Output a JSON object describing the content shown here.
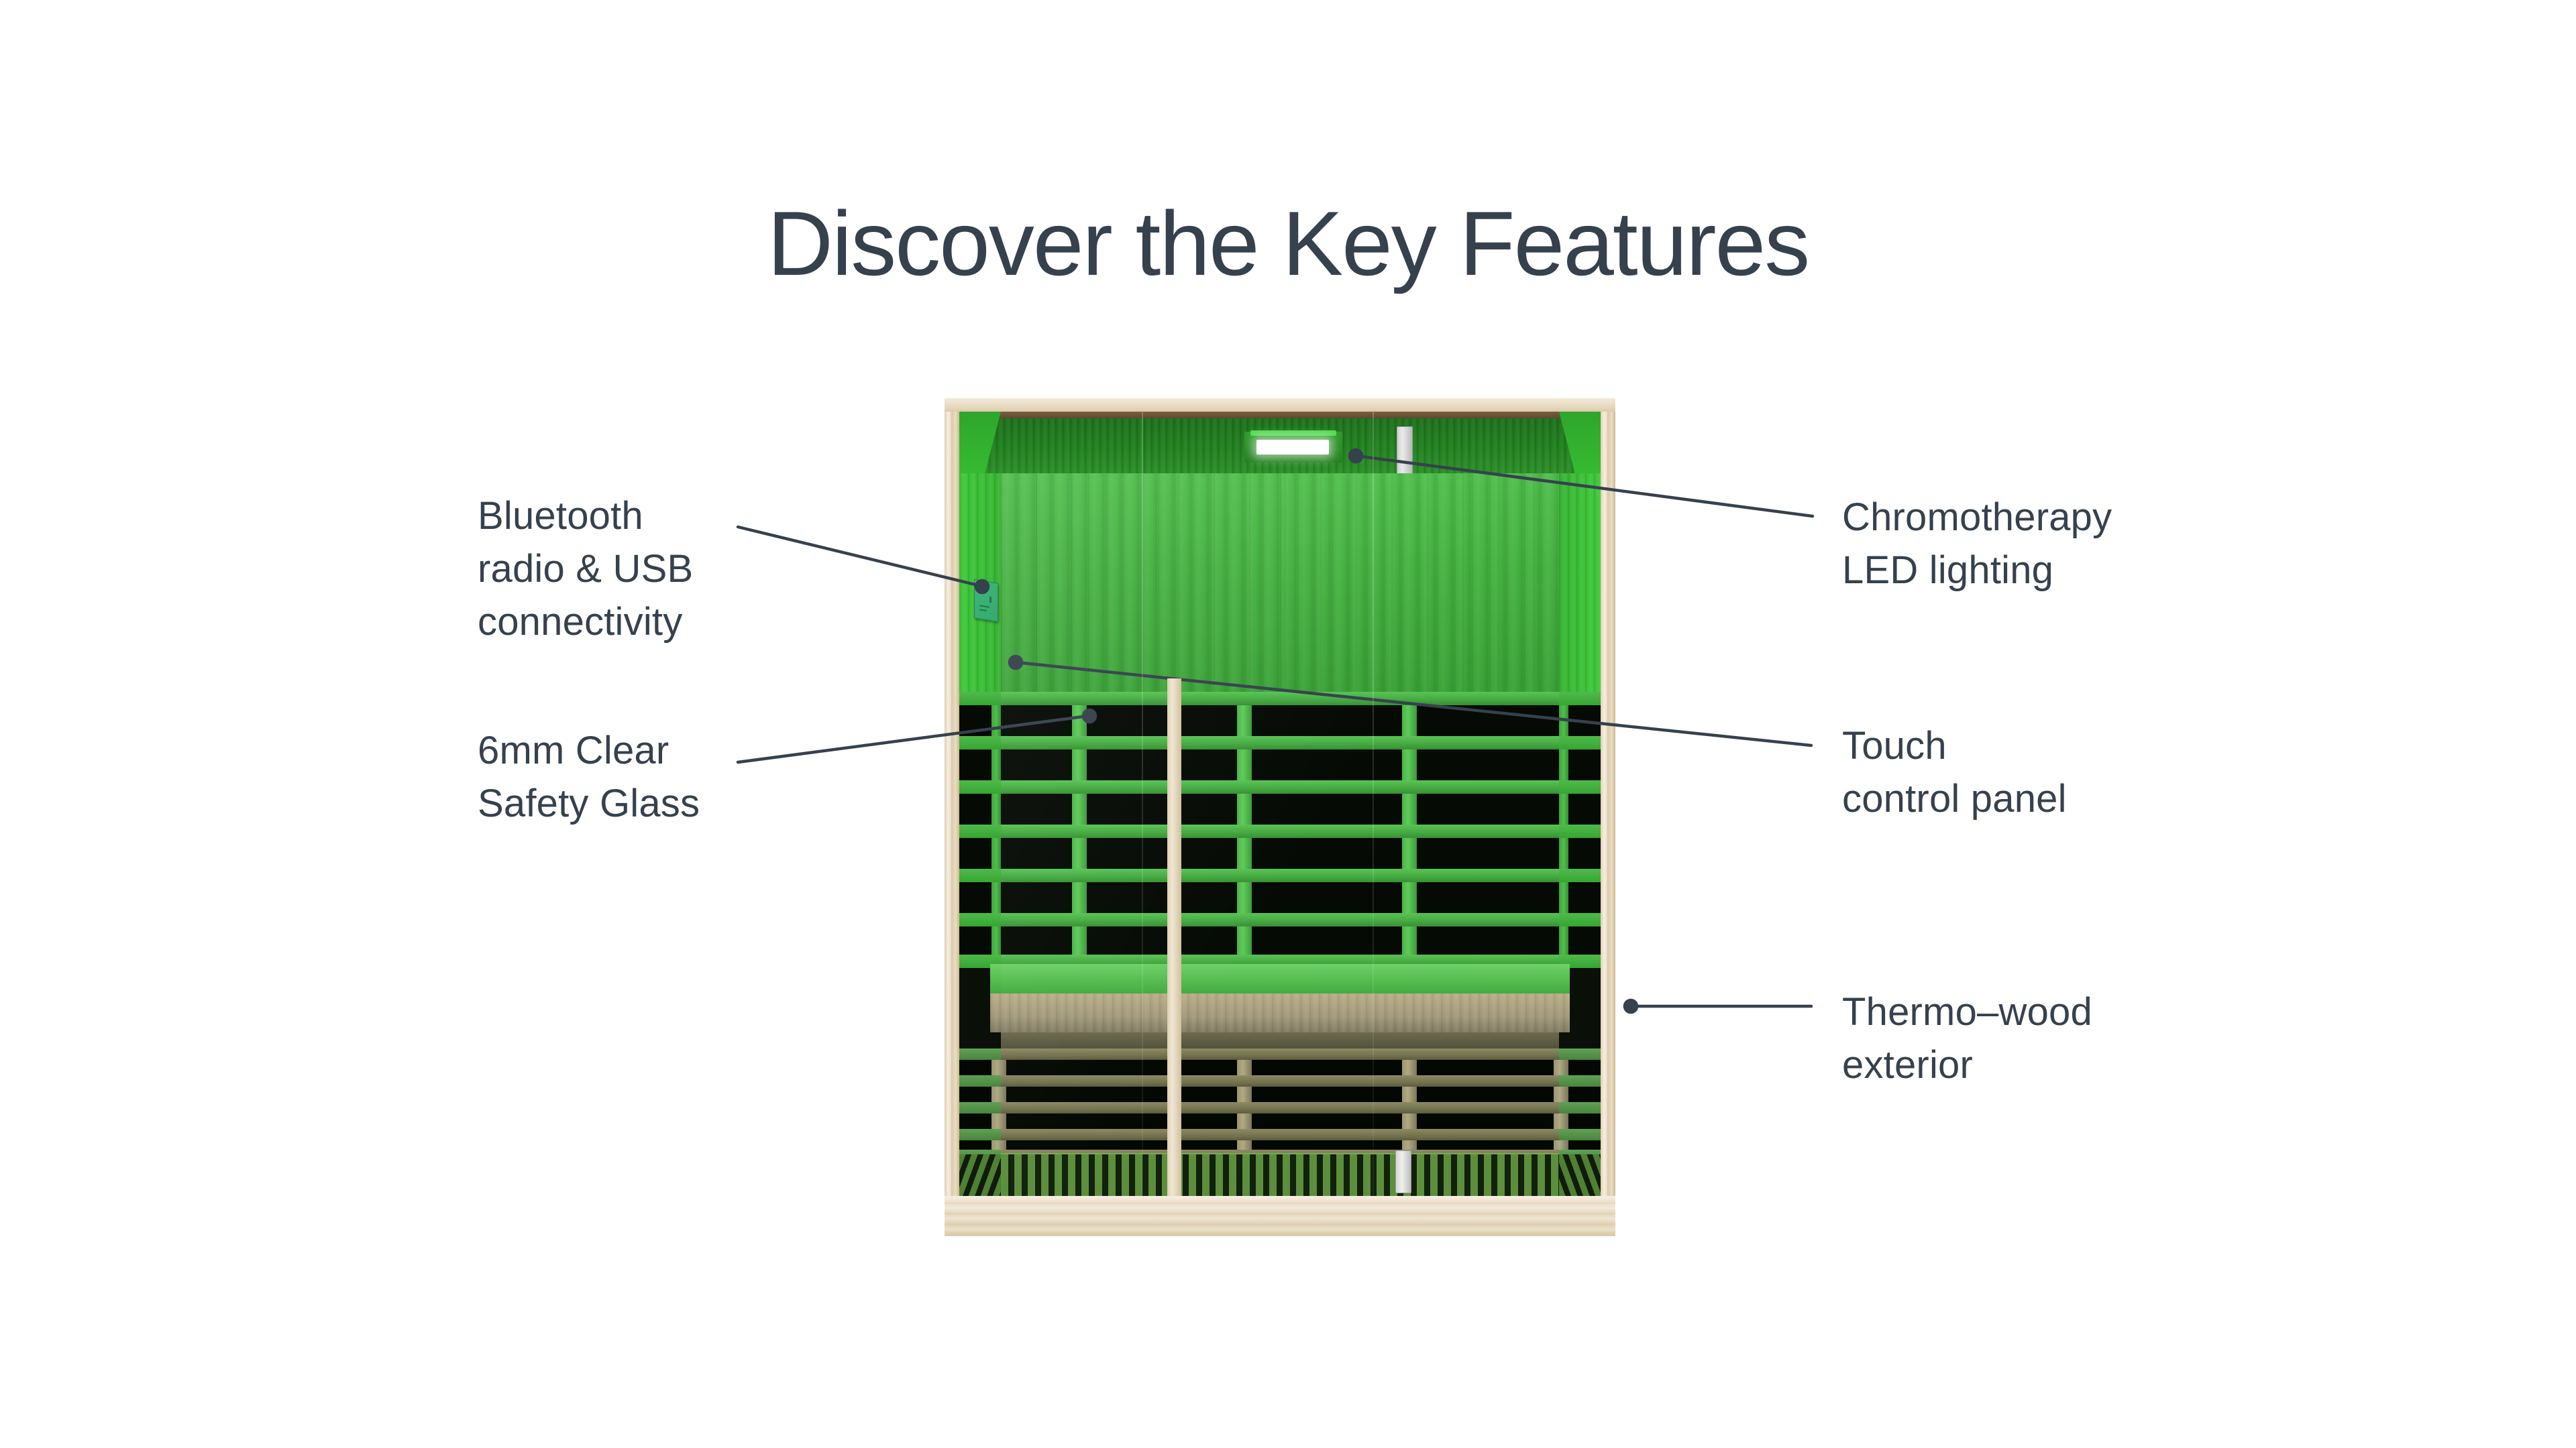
{
  "page": {
    "title": "Discover the Key Features",
    "background_color": "#ffffff",
    "text_color": "#36414e"
  },
  "callouts": {
    "left": [
      {
        "id": "bluetooth",
        "label": "Bluetooth\nradio & USB\nconnectivity",
        "lines": [
          "Bluetooth",
          "radio & USB",
          "connectivity"
        ]
      },
      {
        "id": "safety-glass",
        "label": "6mm Clear\nSafety Glass",
        "lines": [
          "6mm Clear",
          "Safety Glass"
        ]
      }
    ],
    "right": [
      {
        "id": "chromotherapy",
        "label": "Chromotherapy\nLED lighting",
        "lines": [
          "Chromotherapy",
          "LED lighting"
        ]
      },
      {
        "id": "touch-control",
        "label": "Touch\ncontrol panel",
        "lines": [
          "Touch",
          "control panel"
        ]
      },
      {
        "id": "thermo-wood",
        "label": "Thermo–wood\nexterior",
        "lines": [
          "Thermo–wood",
          "exterior"
        ]
      }
    ]
  },
  "illustration": {
    "name": "infrared-sauna-cabin-front-view",
    "lighting_color": "#4fbe4b",
    "frame_color": "#e6d8bf",
    "leader_color": "#36414e",
    "parts": [
      "chromotherapy-led-fixture",
      "touch-control-panel",
      "glass-door",
      "backrest-slats",
      "bench-seat",
      "floor-grate",
      "door-handle"
    ]
  }
}
